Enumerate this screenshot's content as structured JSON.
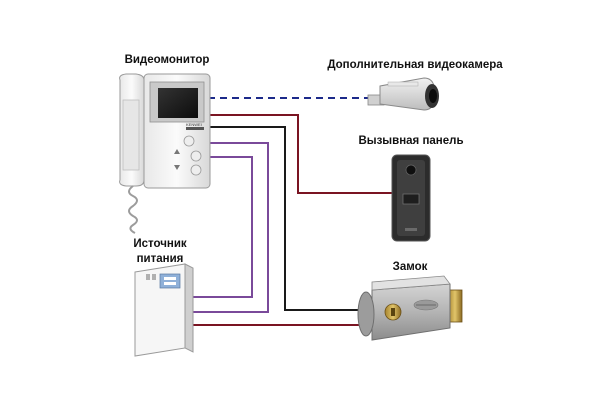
{
  "labels": {
    "monitor": "Видеомонитор",
    "camera": "Дополнительная видеокамера",
    "panel": "Вызывная панель",
    "psu_line1": "Источник",
    "psu_line2": "питания",
    "lock": "Замок"
  },
  "device_brand": "KENWEI",
  "colors": {
    "wire_red": "#7a1422",
    "wire_black": "#1a1a1a",
    "wire_purple": "#7a4a9a",
    "wire_blue_dashed": "#1c2a8a"
  },
  "icons": [
    "monitor-icon",
    "camera-icon",
    "call-panel-icon",
    "power-supply-icon",
    "lock-icon"
  ]
}
